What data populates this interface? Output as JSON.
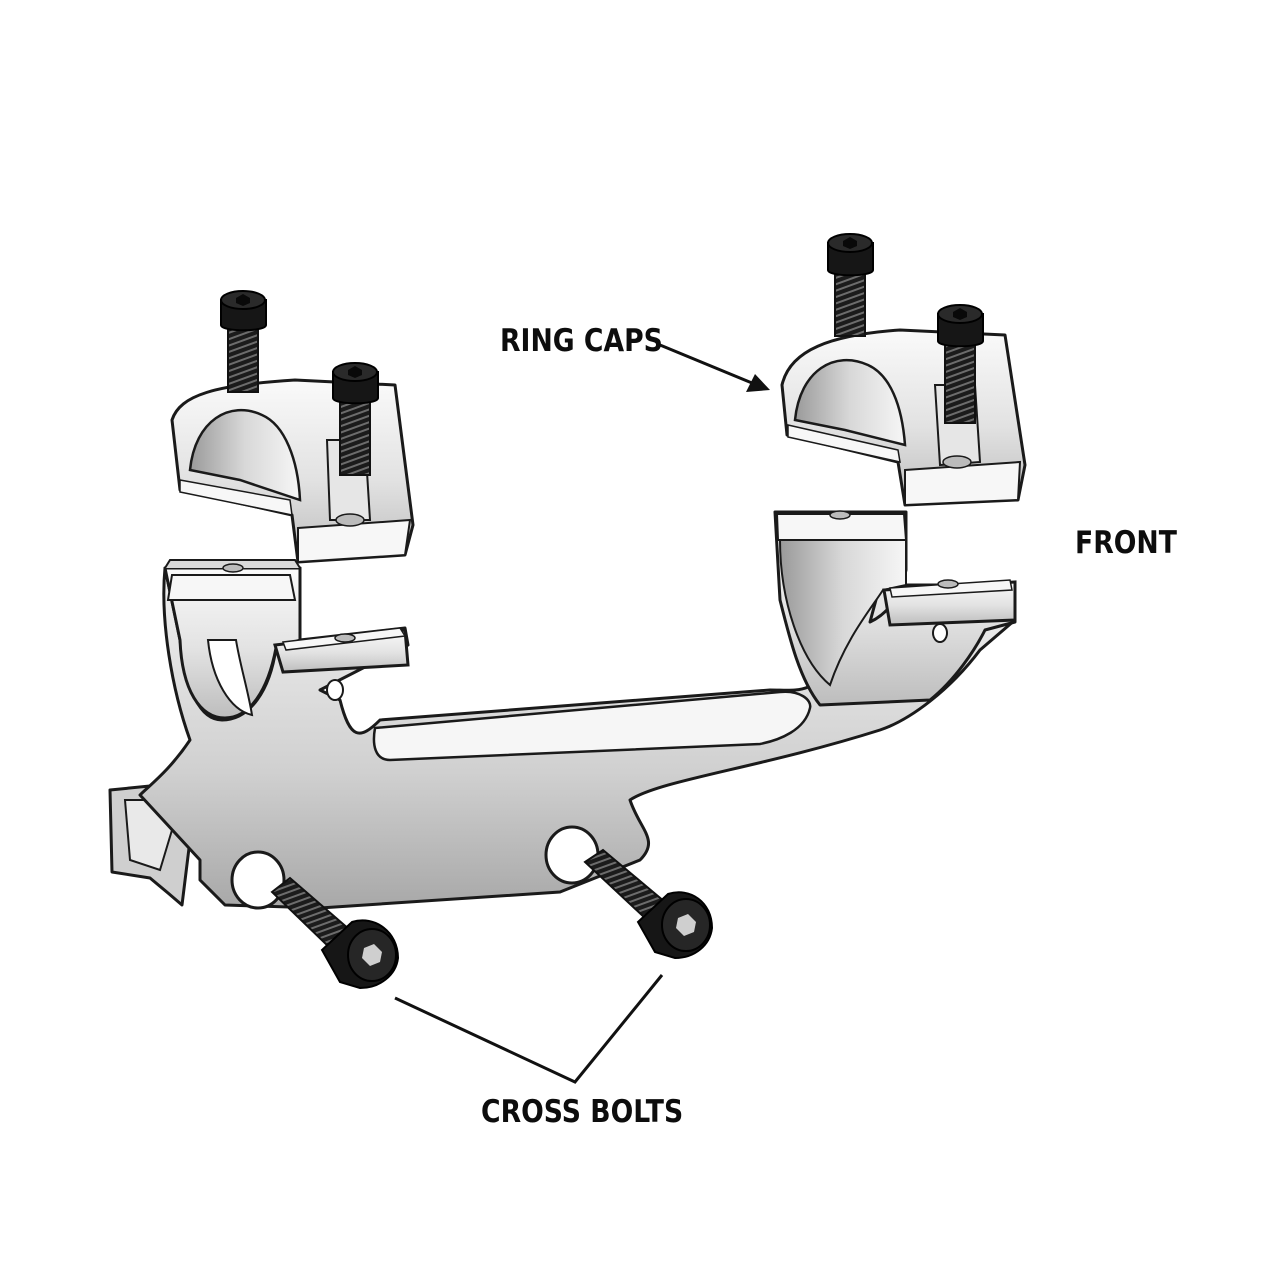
{
  "labels": {
    "ring_caps": "RING CAPS",
    "front": "FRONT",
    "cross_bolts": "CROSS BOLTS"
  },
  "colors": {
    "metal_light": "#f3f3f3",
    "metal_mid": "#d4d4d4",
    "metal_dark": "#a9a9a9",
    "outline": "#1a1a1a",
    "screw": "#161616"
  }
}
